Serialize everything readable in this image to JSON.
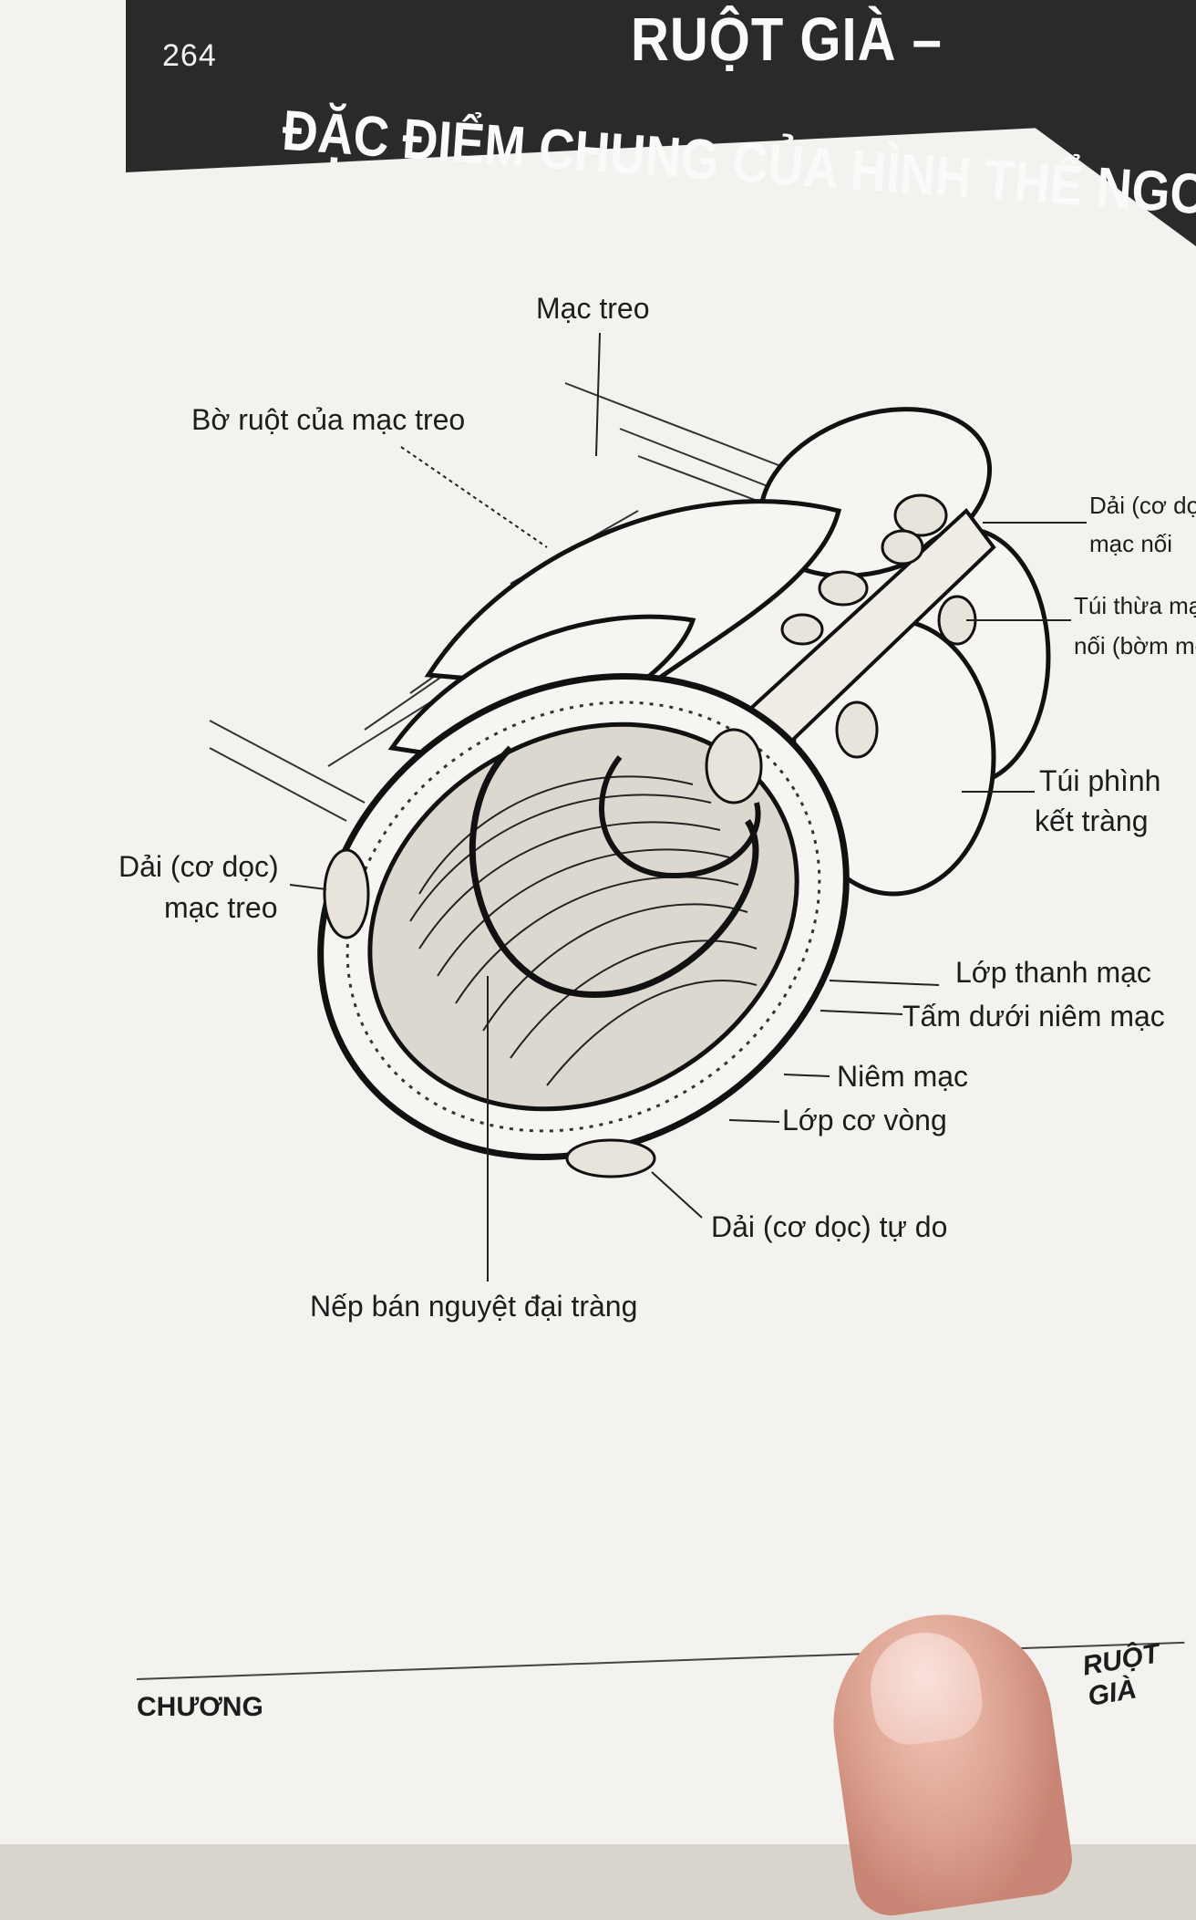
{
  "header": {
    "page_number": "264",
    "title_line1": "RUỘT GIÀ –",
    "title_line2": "ĐẶC ĐIỂM CHUNG CỦA  HÌNH THỂ NGOÀI"
  },
  "labels": {
    "mac_treo": "Mạc treo",
    "bo_ruot": "Bờ ruột của mạc treo",
    "dai_mac_noi_1": "Dải (cơ dọc)",
    "dai_mac_noi_2": "mạc nối",
    "tui_thua_1": "Túi thừa mạc",
    "tui_thua_2": "nối (bờm mỡ)",
    "tui_phinh_1": "Túi phình",
    "tui_phinh_2": "kết tràng",
    "dai_mac_treo_1": "Dải (cơ dọc)",
    "dai_mac_treo_2": "mạc treo",
    "lop_thanh_mac": "Lớp thanh mạc",
    "tam_duoi": "Tấm dưới niêm mạc",
    "niem_mac": "Niêm mạc",
    "lop_co_vong": "Lớp cơ vòng",
    "dai_tu_do": "Dải (cơ dọc) tự do",
    "nep_ban_nguyet": "Nếp bán nguyệt đại tràng"
  },
  "footer": {
    "left": "CHƯƠNG",
    "right": "RUỘT GIÀ"
  }
}
